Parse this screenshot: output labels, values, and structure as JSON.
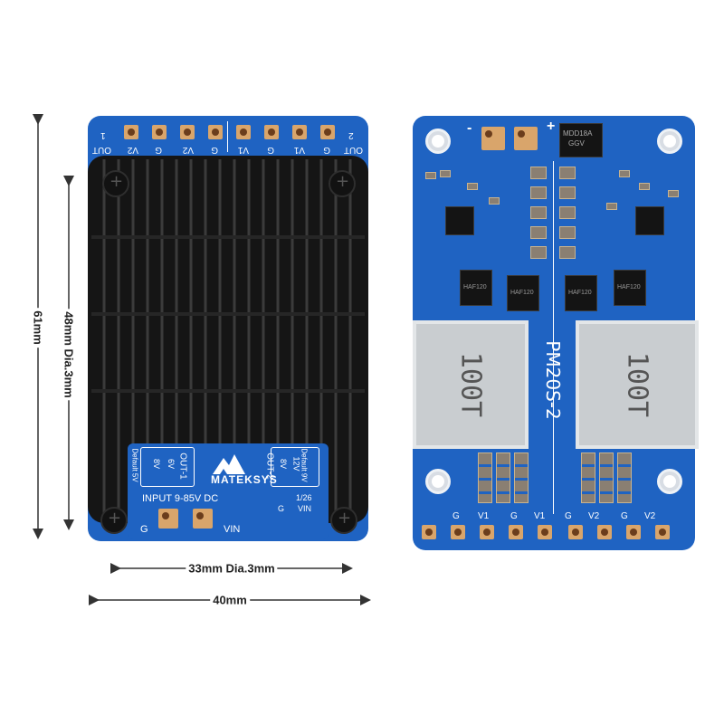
{
  "dimensions": {
    "height_total": "61mm",
    "height_heatsink": "48mm Dia.3mm",
    "width_holes": "33mm Dia.3mm",
    "width_total": "40mm"
  },
  "left_board": {
    "top_labels": [
      "OUT",
      "G",
      "V1",
      "G",
      "V1",
      "G",
      "V2",
      "G",
      "V2",
      "OUT"
    ],
    "top_numbers": [
      "1",
      "2"
    ],
    "brand": "MATEKSYS",
    "out1_label": "OUT-1",
    "out2_label": "OUT-2",
    "out1_voltages": [
      "8V",
      "6V"
    ],
    "out1_default": "Default 5V",
    "out2_voltages": [
      "8V",
      "12V"
    ],
    "out2_default": "Default 9V",
    "input_label": "INPUT 9-85V DC",
    "ratio_label": "1/26",
    "vin_small": "VIN",
    "g_small": "G",
    "pad_labels": [
      "G",
      "VIN"
    ]
  },
  "right_board": {
    "model": "PM20S-2",
    "polarity": [
      "-",
      "+"
    ],
    "ic_top_text": [
      "MDD18A",
      "GGV"
    ],
    "inductor_text": "100T",
    "mosfet_text": "HAF120",
    "bottom_labels": [
      "G",
      "V1",
      "G",
      "V1",
      "G",
      "V2",
      "G",
      "V2"
    ]
  },
  "colors": {
    "pcb": "#1f63c2",
    "heatsink": "#151515",
    "copper": "#d9a56b"
  }
}
